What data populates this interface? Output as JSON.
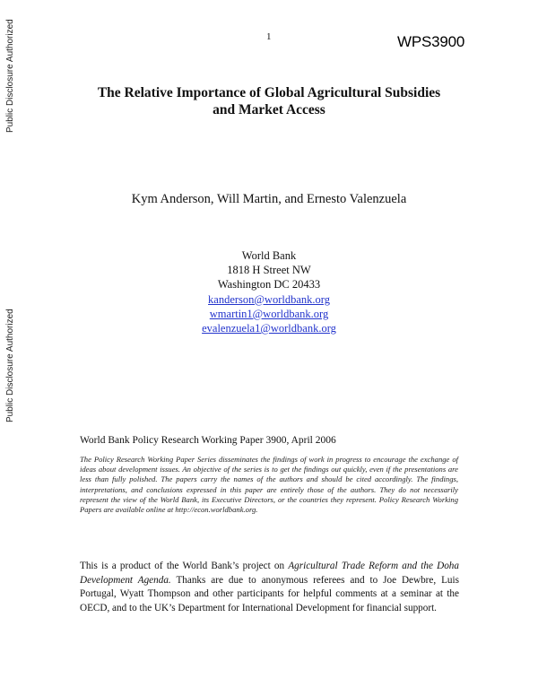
{
  "side_stamps": [
    {
      "text": "Public Disclosure Authorized"
    },
    {
      "text": "Public Disclosure Authorized"
    }
  ],
  "header": {
    "page_number": "1",
    "report_id": "WPS3900"
  },
  "title": {
    "line1": "The Relative Importance of Global Agricultural Subsidies",
    "line2": "and Market Access"
  },
  "authors": "Kym Anderson, Will Martin, and Ernesto Valenzuela",
  "affiliation": {
    "organization": "World Bank",
    "street": "1818 H Street NW",
    "city": "Washington DC 20433",
    "emails": [
      "kanderson@worldbank.org",
      "wmartin1@worldbank.org",
      "evalenzuela1@worldbank.org"
    ]
  },
  "series_line": "World Bank Policy Research Working Paper 3900, April 2006",
  "disclaimer": "The Policy Research Working Paper Series disseminates the findings of work in progress to encourage the exchange of ideas about development issues. An objective of the series is to get the findings out quickly, even if the presentations are less than fully polished. The papers carry the names of the authors and should be cited accordingly. The findings, interpretations, and conclusions expressed in this paper are entirely those of the authors. They do not necessarily represent the view of the World Bank, its Executive Directors, or the countries they represent. Policy Research Working Papers are available online at http://econ.worldbank.org.",
  "acknowledgement": {
    "part1": "This is a product of the World Bank’s project on ",
    "project_name": "Agricultural Trade Reform and the Doha Development Agenda.",
    "part2": " Thanks are due to anonymous referees and to Joe Dewbre, Luis Portugal, Wyatt Thompson and other participants for helpful comments at a seminar at the OECD, and to the UK’s Department for International Development for financial support."
  },
  "colors": {
    "link": "#2233cc",
    "text": "#111111",
    "background": "#ffffff"
  }
}
